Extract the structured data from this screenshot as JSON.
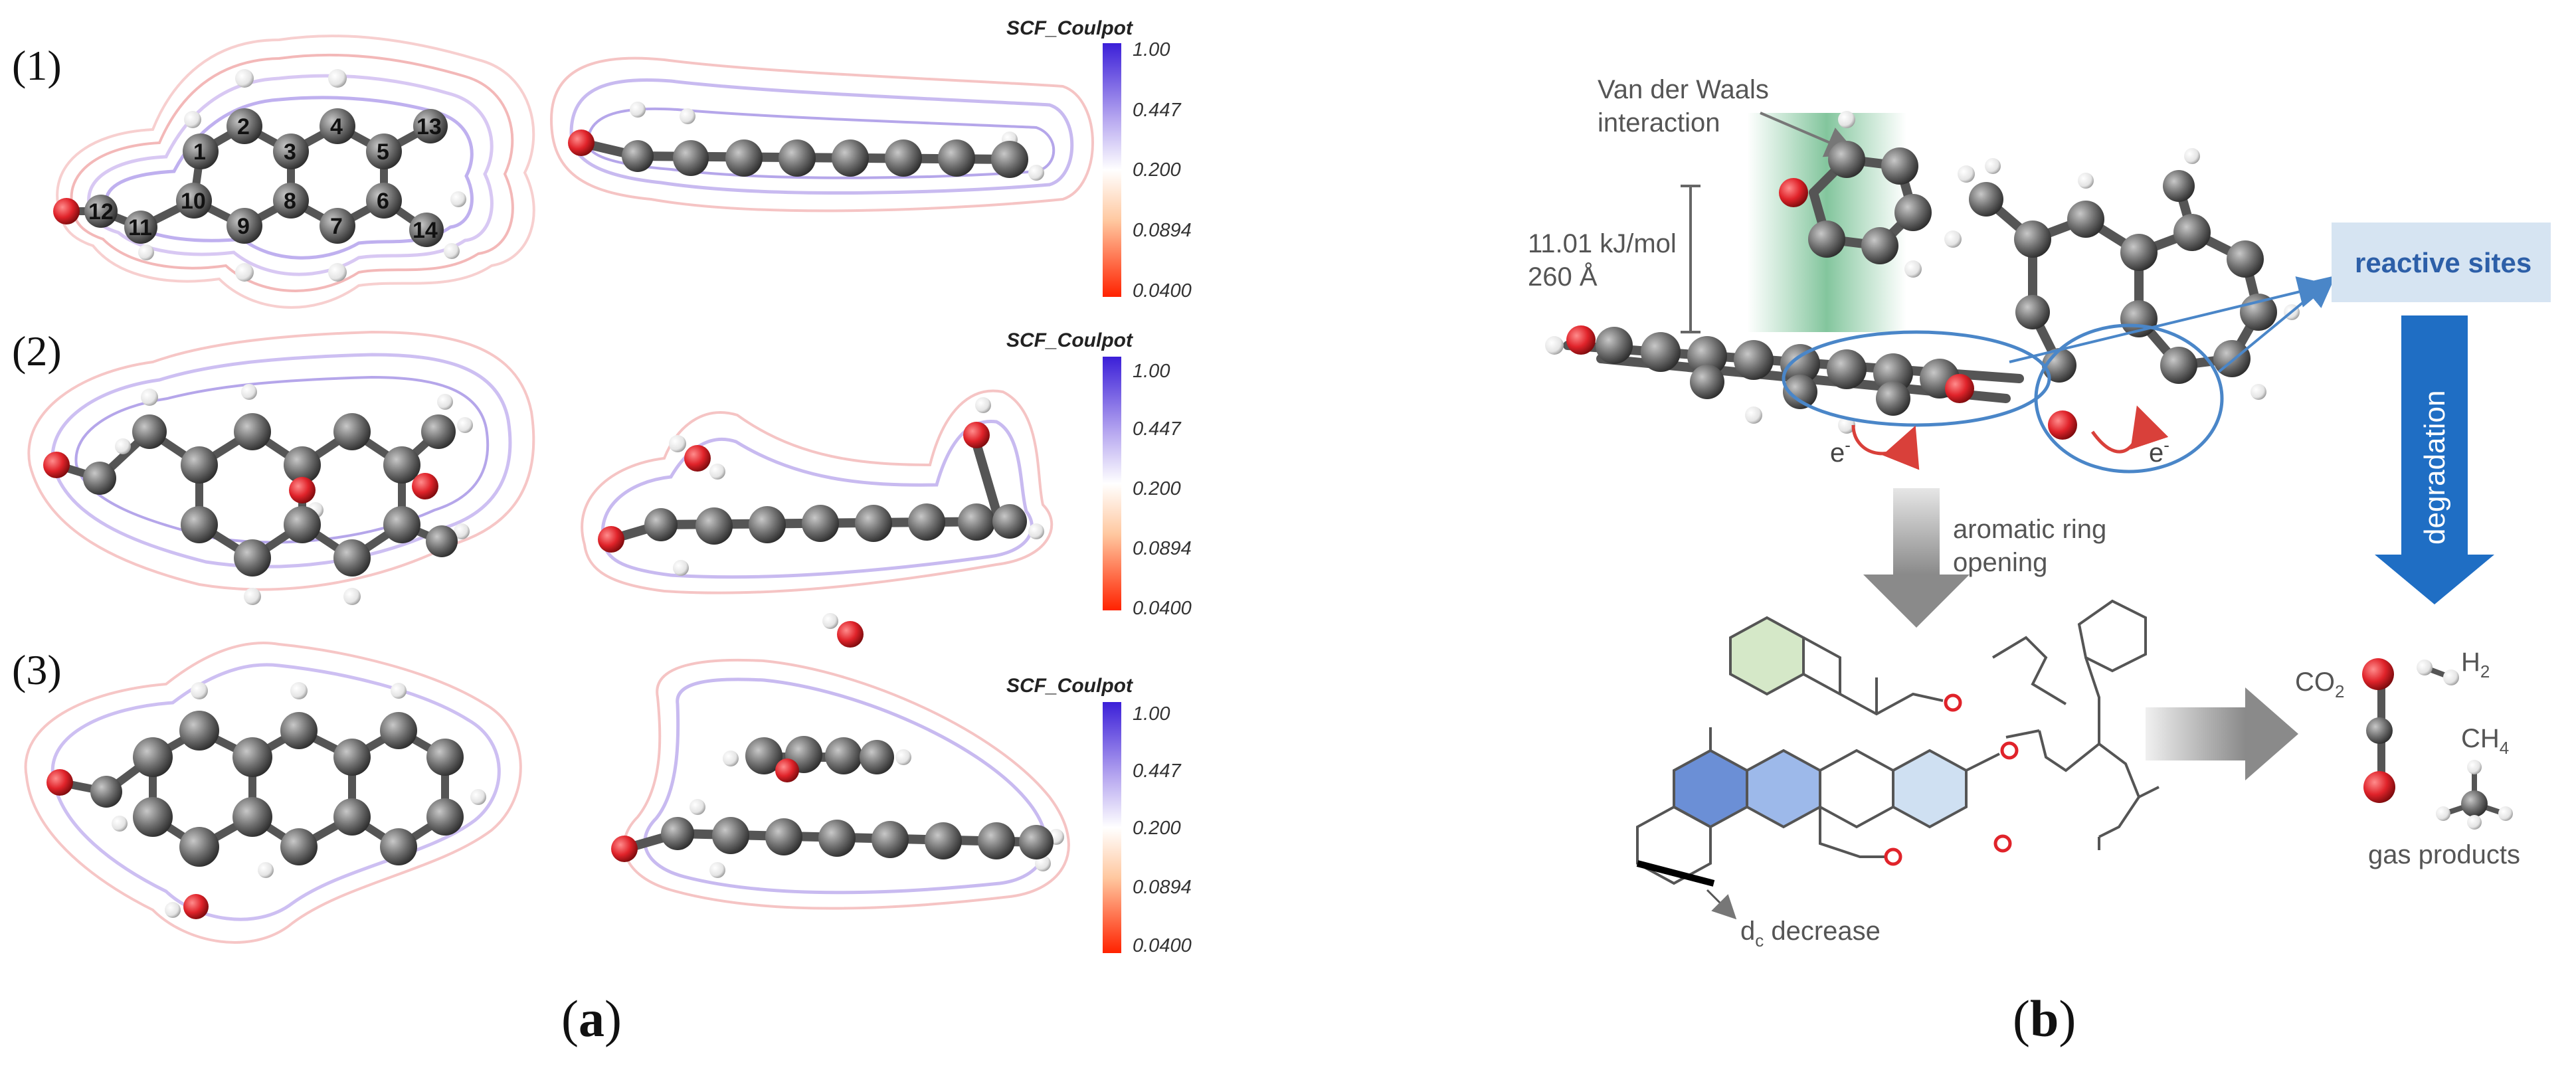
{
  "panel_a": {
    "caption_open": "(",
    "caption_letter": "a",
    "caption_close": ")",
    "rows": [
      {
        "label": "(1)",
        "colorbar": {
          "title": "SCF_Coulpot",
          "ticks": [
            "1.00",
            "0.447",
            "0.200",
            "0.0894",
            "0.0400"
          ]
        }
      },
      {
        "label": "(2)",
        "colorbar": {
          "title": "SCF_Coulpot",
          "ticks": [
            "1.00",
            "0.447",
            "0.200",
            "0.0894",
            "0.0400"
          ]
        }
      },
      {
        "label": "(3)",
        "colorbar": {
          "title": "SCF_Coulpot",
          "ticks": [
            "1.00",
            "0.447",
            "0.200",
            "0.0894",
            "0.0400"
          ]
        }
      }
    ],
    "atom_numbers": [
      "1",
      "2",
      "3",
      "4",
      "5",
      "6",
      "7",
      "8",
      "9",
      "10",
      "11",
      "12",
      "13",
      "14"
    ]
  },
  "panel_b": {
    "caption_open": "(",
    "caption_letter": "b",
    "caption_close": ")",
    "vdw_label_line1": "Van der Waals",
    "vdw_label_line2": "interaction",
    "energy_label": "11.01 kJ/mol",
    "distance_label": "260 Å",
    "reactive_sites_label": "reactive sites",
    "degradation_label": "degradation",
    "ring_opening_line1": "aromatic ring",
    "ring_opening_line2": "opening",
    "electron_symbol": "e",
    "electron_charge": "-",
    "dc_main": "d",
    "dc_sub": "c",
    "dc_rest": " decrease",
    "co2_main": "CO",
    "co2_sub": "2",
    "h2_main": "H",
    "h2_sub": "2",
    "ch4_main": "CH",
    "ch4_sub": "4",
    "gas_products_label": "gas products"
  },
  "colors": {
    "oxygen": "#e0232a",
    "carbon": "#6f6f6f",
    "hydrogen": "#ececec",
    "contour_pink": "#f4b4b4",
    "contour_purple": "#b8a8ee",
    "reactive_box": "#d6e4f2",
    "degradation_arrow": "#1f6ec4",
    "ring_circle": "#4a86c8",
    "vdw_green": "#3fa968"
  }
}
